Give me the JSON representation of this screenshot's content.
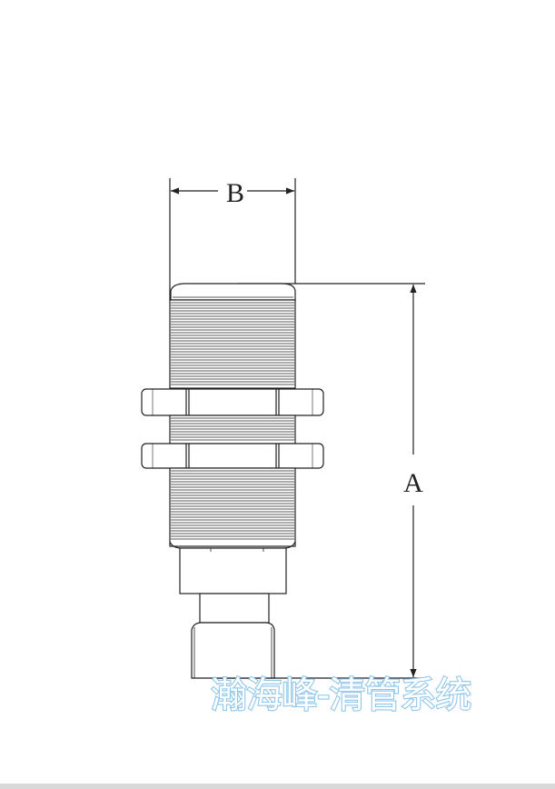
{
  "dimensions": {
    "width_label": "B",
    "length_label": "A"
  },
  "watermark": {
    "text": "瀚海峰-清管系统"
  },
  "colors": {
    "line": "#222222",
    "watermark_outline": "#8fc6ea"
  }
}
